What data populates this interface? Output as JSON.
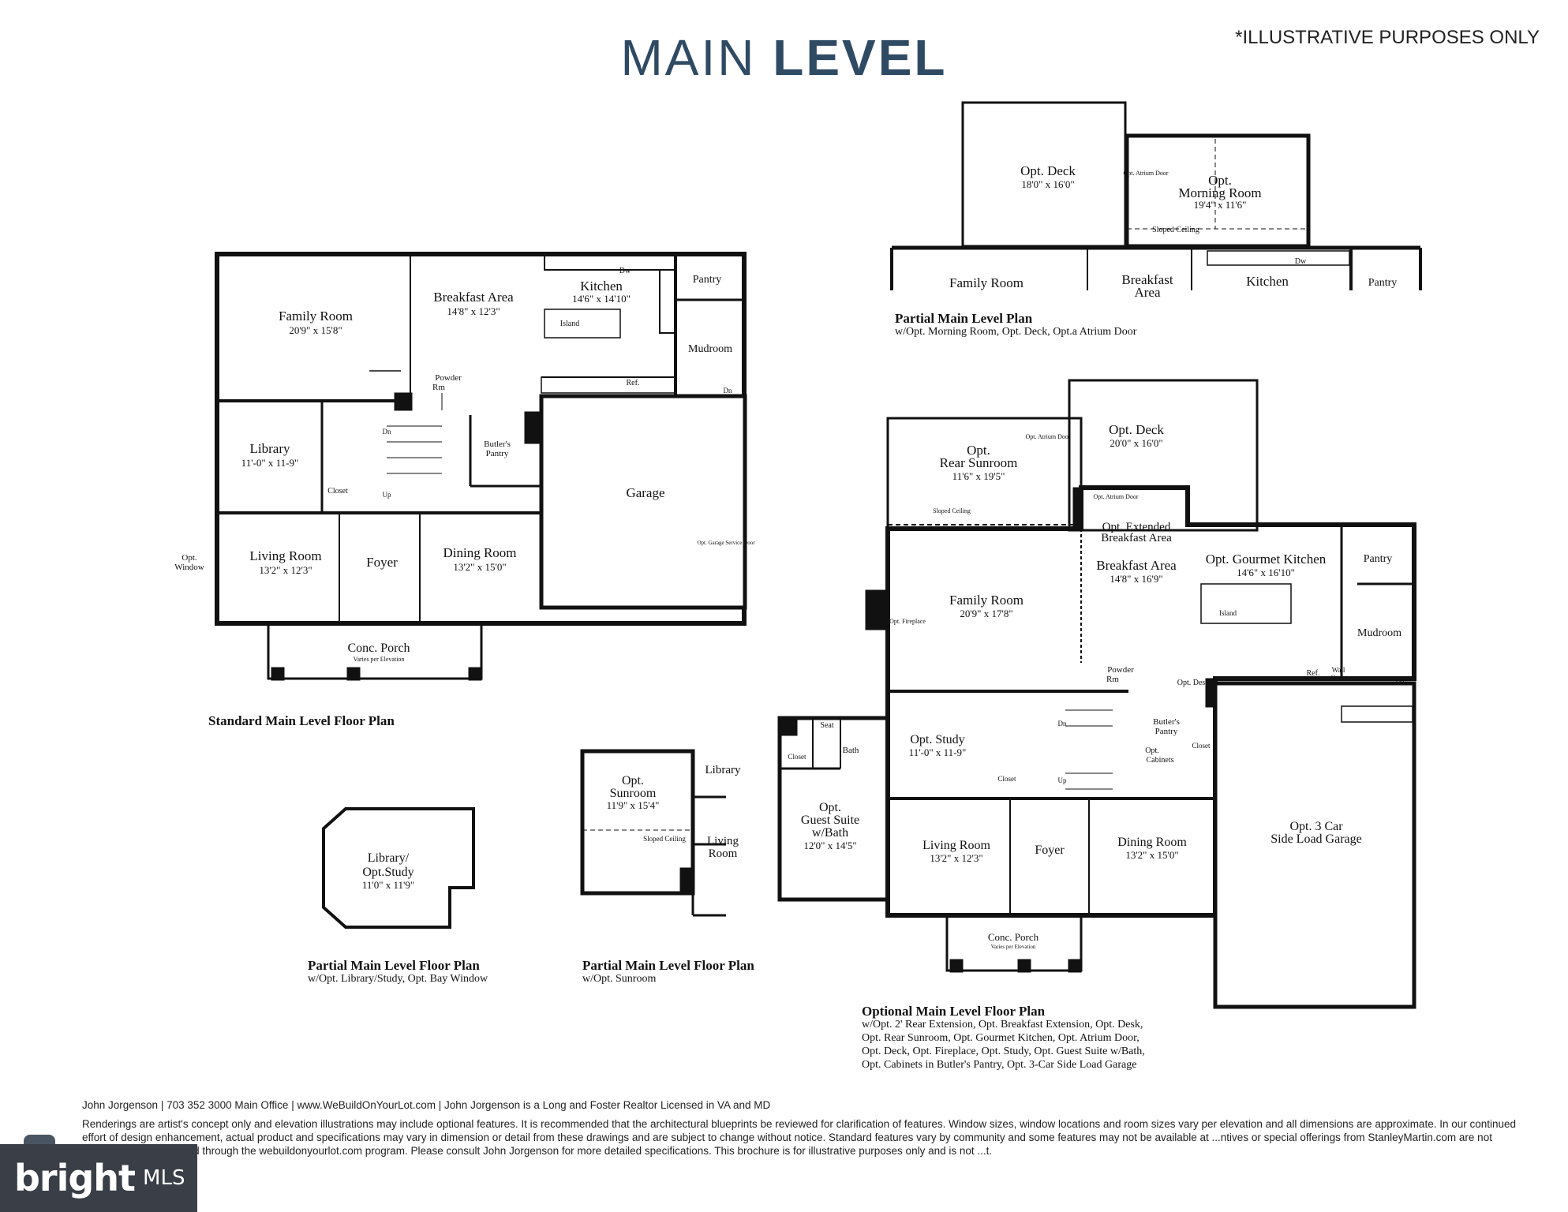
{
  "header": {
    "title_light": "MAIN ",
    "title_bold": "LEVEL",
    "disclaimer": "*ILLUSTRATIVE PURPOSES ONLY"
  },
  "standard_plan": {
    "caption": "Standard Main Level Floor Plan",
    "rooms": {
      "family": "Family Room",
      "family_dim": "20'9\" x 15'8\"",
      "breakfast": "Breakfast Area",
      "breakfast_dim": "14'8\" x 12'3\"",
      "kitchen": "Kitchen",
      "kitchen_dim": "14'6\" x 14'10\"",
      "pantry": "Pantry",
      "mudroom": "Mudroom",
      "island": "Island",
      "powder": "Powder",
      "powder2": "Rm",
      "ref": "Ref.",
      "dw": "Dw",
      "dn": "Dn",
      "up": "Up",
      "library": "Library",
      "library_dim": "11'-0\" x 11-9\"",
      "closet": "Closet",
      "butler": "Butler's",
      "butler2": "Pantry",
      "garage": "Garage",
      "opt_window": "Opt.",
      "opt_window2": "Window",
      "living": "Living Room",
      "living_dim": "13'2\" x 12'3\"",
      "foyer": "Foyer",
      "dining": "Dining Room",
      "dining_dim": "13'2\" x 15'0\"",
      "porch": "Conc. Porch",
      "porch_sub": "Varies per Elevation",
      "garage_door": "Opt. Garage Service Door"
    }
  },
  "partial_top": {
    "caption": "Partial Main Level Plan",
    "sub": "w/Opt. Morning Room, Opt. Deck, Opt.a Atrium Door",
    "deck": "Opt. Deck",
    "deck_dim": "18'0\" x 16'0\"",
    "morning": "Opt.",
    "morning2": "Morning Room",
    "morning_dim": "19'4\" x 11'6\"",
    "atrium": "Opt. Atrium Door",
    "sloped": "Sloped Ceiling",
    "family": "Family Room",
    "breakfast": "Breakfast",
    "breakfast2": "Area",
    "kitchen": "Kitchen",
    "pantry": "Pantry",
    "dw": "Dw"
  },
  "partial_library": {
    "caption": "Partial Main Level Floor Plan",
    "sub": "w/Opt. Library/Study, Opt. Bay Window",
    "room": "Library/",
    "room2": "Opt.Study",
    "dim": "11'0\" x 11'9\""
  },
  "partial_sunroom": {
    "caption": "Partial Main Level Floor Plan",
    "sub": "w/Opt. Sunroom",
    "room": "Opt.",
    "room2": "Sunroom",
    "dim": "11'9\" x 15'4\"",
    "sloped": "Sloped Ceiling",
    "library": "Library",
    "living": "Living",
    "living2": "Room"
  },
  "optional_plan": {
    "caption": "Optional Main Level Floor Plan",
    "sub_lines": [
      "w/Opt. 2' Rear Extension, Opt. Breakfast Extension, Opt. Desk,",
      "Opt. Rear Sunroom, Opt. Gourmet Kitchen, Opt. Atrium Door,",
      "Opt. Deck, Opt. Fireplace, Opt. Study, Opt. Guest Suite w/Bath,",
      "Opt. Cabinets in Butler's Pantry, Opt. 3-Car Side Load Garage"
    ],
    "rooms": {
      "sunroom": "Opt.",
      "sunroom2": "Rear Sunroom",
      "sunroom_dim": "11'6\" x 19'5\"",
      "deck": "Opt. Deck",
      "deck_dim": "20'0\" x 16'0\"",
      "atrium": "Opt. Atrium Door",
      "sloped": "Sloped Ceiling",
      "ext": "Opt. Extended",
      "ext2": "Breakfast Area",
      "breakfast": "Breakfast Area",
      "breakfast_dim": "14'8\" x 16'9\"",
      "kitchen": "Opt. Gourmet Kitchen",
      "kitchen_dim": "14'6\" x 16'10\"",
      "island": "Island",
      "pantry": "Pantry",
      "mudroom": "Mudroom",
      "family": "Family Room",
      "family_dim": "20'9\" x 17'8\"",
      "fireplace": "Opt. Fireplace",
      "powder": "Powder",
      "powder2": "Rm",
      "desk": "Opt. Desk",
      "ref": "Ref.",
      "wall": "Wall",
      "wall2": "Oven",
      "dn": "Dn",
      "up": "Up",
      "seat": "Seat",
      "bath": "Bath",
      "closet": "Closet",
      "study": "Opt. Study",
      "study_dim": "11'-0\" x 11-9\"",
      "butler": "Butler's",
      "butler2": "Pantry",
      "cab": "Opt.",
      "cab2": "Cabinets",
      "guest": "Opt.",
      "guest2": "Guest Suite",
      "guest3": "w/Bath",
      "guest_dim": "12'0\" x 14'5\"",
      "living": "Living Room",
      "living_dim": "13'2\" x 12'3\"",
      "foyer": "Foyer",
      "dining": "Dining Room",
      "dining_dim": "13'2\" x 15'0\"",
      "garage": "Opt. 3 Car",
      "garage2": "Side Load Garage",
      "porch": "Conc. Porch",
      "porch_sub": "Varies per Elevation"
    }
  },
  "footer": {
    "contact": "John Jorgenson | 703 352 3000 Main Office | www.WeBuildOnYourLot.com | John Jorgenson is a Long and Foster Realtor Licensed in VA and MD",
    "disclaimer": "Renderings are artist's concept only and elevation illustrations may include optional features. It is recommended that the architectural blueprints be reviewed for clarification of features. Window sizes, window locations and room sizes vary per elevation and all dimensions are approximate. In our continued effort of design enhancement, actual product and specifications may vary in dimension or detail from these drawings and are subject to change without notice. Standard features vary by community and some features may not be available at ...ntives or special offerings from StanleyMartin.com are not applicable to homes sold through the webuildonyourlot.com program. Please consult John Jorgenson for more detailed specifications. This brochure is for illustrative purposes only and is not ...t.",
    "logo_text": "bright",
    "logo_mls": "MLS"
  }
}
